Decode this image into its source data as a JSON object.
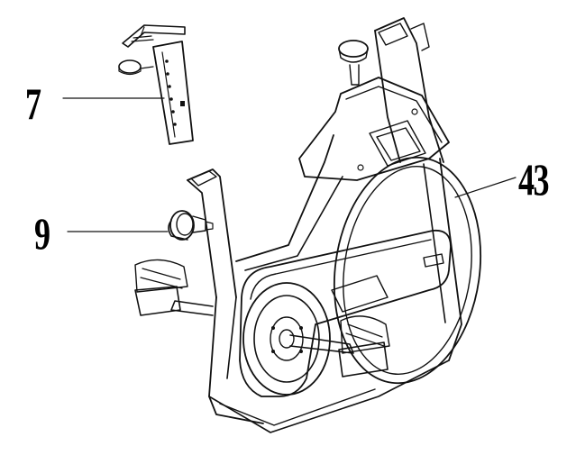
{
  "callouts": [
    {
      "number": "7"
    },
    {
      "number": "9"
    },
    {
      "number": "43"
    }
  ]
}
